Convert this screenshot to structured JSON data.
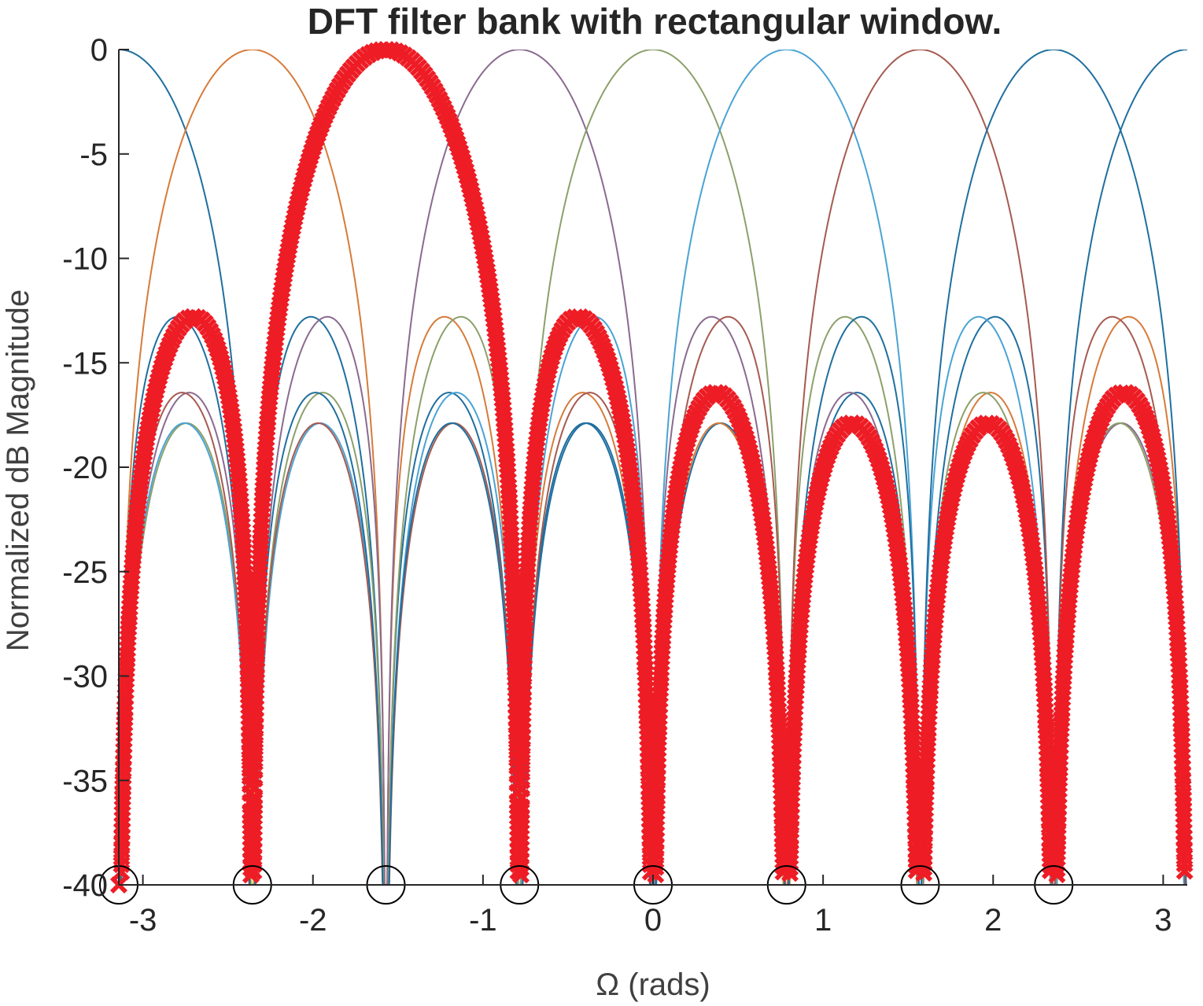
{
  "chart_data": {
    "type": "line",
    "title": "DFT filter bank with rectangular window.",
    "xlabel": "Ω (rads)",
    "ylabel": "Normalized dB Magnitude",
    "xlim": [
      -3.1416,
      3.1416
    ],
    "ylim": [
      -40,
      0
    ],
    "xticks": [
      -3,
      -2,
      -1,
      0,
      1,
      2,
      3
    ],
    "xtick_labels": [
      "-3",
      "-2",
      "-1",
      "0",
      "1",
      "2",
      "3"
    ],
    "yticks": [
      0,
      -5,
      -10,
      -15,
      -20,
      -25,
      -30,
      -35,
      -40
    ],
    "ytick_labels": [
      "0",
      "-5",
      "-10",
      "-15",
      "-20",
      "-25",
      "-30",
      "-35",
      "-40"
    ],
    "grid": false,
    "window_length_N": 8,
    "series": [
      {
        "center": -3.1416,
        "color": "#1f6f9f"
      },
      {
        "center": -2.3562,
        "color": "#d67b3a"
      },
      {
        "center": -1.5708,
        "color": "#e8c334"
      },
      {
        "center": -0.7854,
        "color": "#8a6a8f"
      },
      {
        "center": 0.0,
        "color": "#8ca06a"
      },
      {
        "center": 0.7854,
        "color": "#4aa3d4"
      },
      {
        "center": 1.5708,
        "color": "#a65a50"
      },
      {
        "center": 2.3562,
        "color": "#1f6f9f"
      }
    ],
    "highlighted_channel": {
      "center": -1.5708,
      "marker": "x",
      "color": "#ee1c25"
    },
    "circle_markers_x": [
      -3.1416,
      -2.3562,
      -1.5708,
      -0.7854,
      0.0,
      0.7854,
      1.5708,
      2.3562
    ],
    "circle_markers_y": -40
  }
}
